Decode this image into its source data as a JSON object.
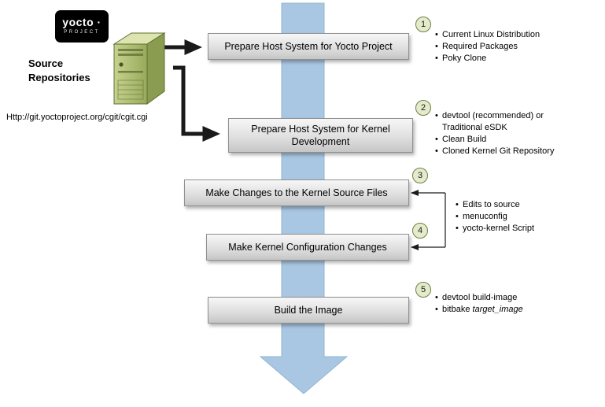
{
  "logo": {
    "brand": "yocto ·",
    "project": "PROJECT"
  },
  "source": {
    "label": "Source\nRepositories",
    "url": "Http://git.yoctoproject.org/cgit/cgit.cgi"
  },
  "steps": [
    {
      "number": "1",
      "label": "Prepare Host System for Yocto Project"
    },
    {
      "number": "2",
      "label": "Prepare Host System for Kernel Development"
    },
    {
      "number": "3",
      "label": "Make Changes to the Kernel Source Files"
    },
    {
      "number": "4",
      "label": "Make Kernel Configuration Changes"
    },
    {
      "number": "5",
      "label": "Build the Image"
    }
  ],
  "notes": {
    "step1": [
      "Current Linux Distribution",
      "Required Packages",
      "Poky Clone"
    ],
    "step2": [
      "devtool (recommended) or Traditional eSDK",
      "Clean Build",
      "Cloned Kernel Git Repository"
    ],
    "steps34": [
      "Edits to source",
      "menuconfig",
      "yocto-kernel Script"
    ],
    "step5": [
      {
        "text": "devtool build-image",
        "italic": ""
      },
      {
        "text": "bitbake ",
        "italic": "target_image"
      }
    ]
  },
  "colors": {
    "flow_arrow": "#a9c7e2",
    "box_gradient_top": "#f7f7f7",
    "box_gradient_bottom": "#c6c6c6",
    "badge_fill": "#e4ebcb",
    "badge_border": "#6f7f45",
    "server_green": "#a8b96a",
    "logo_background": "#000000",
    "connector_black": "#1a1a1a"
  }
}
